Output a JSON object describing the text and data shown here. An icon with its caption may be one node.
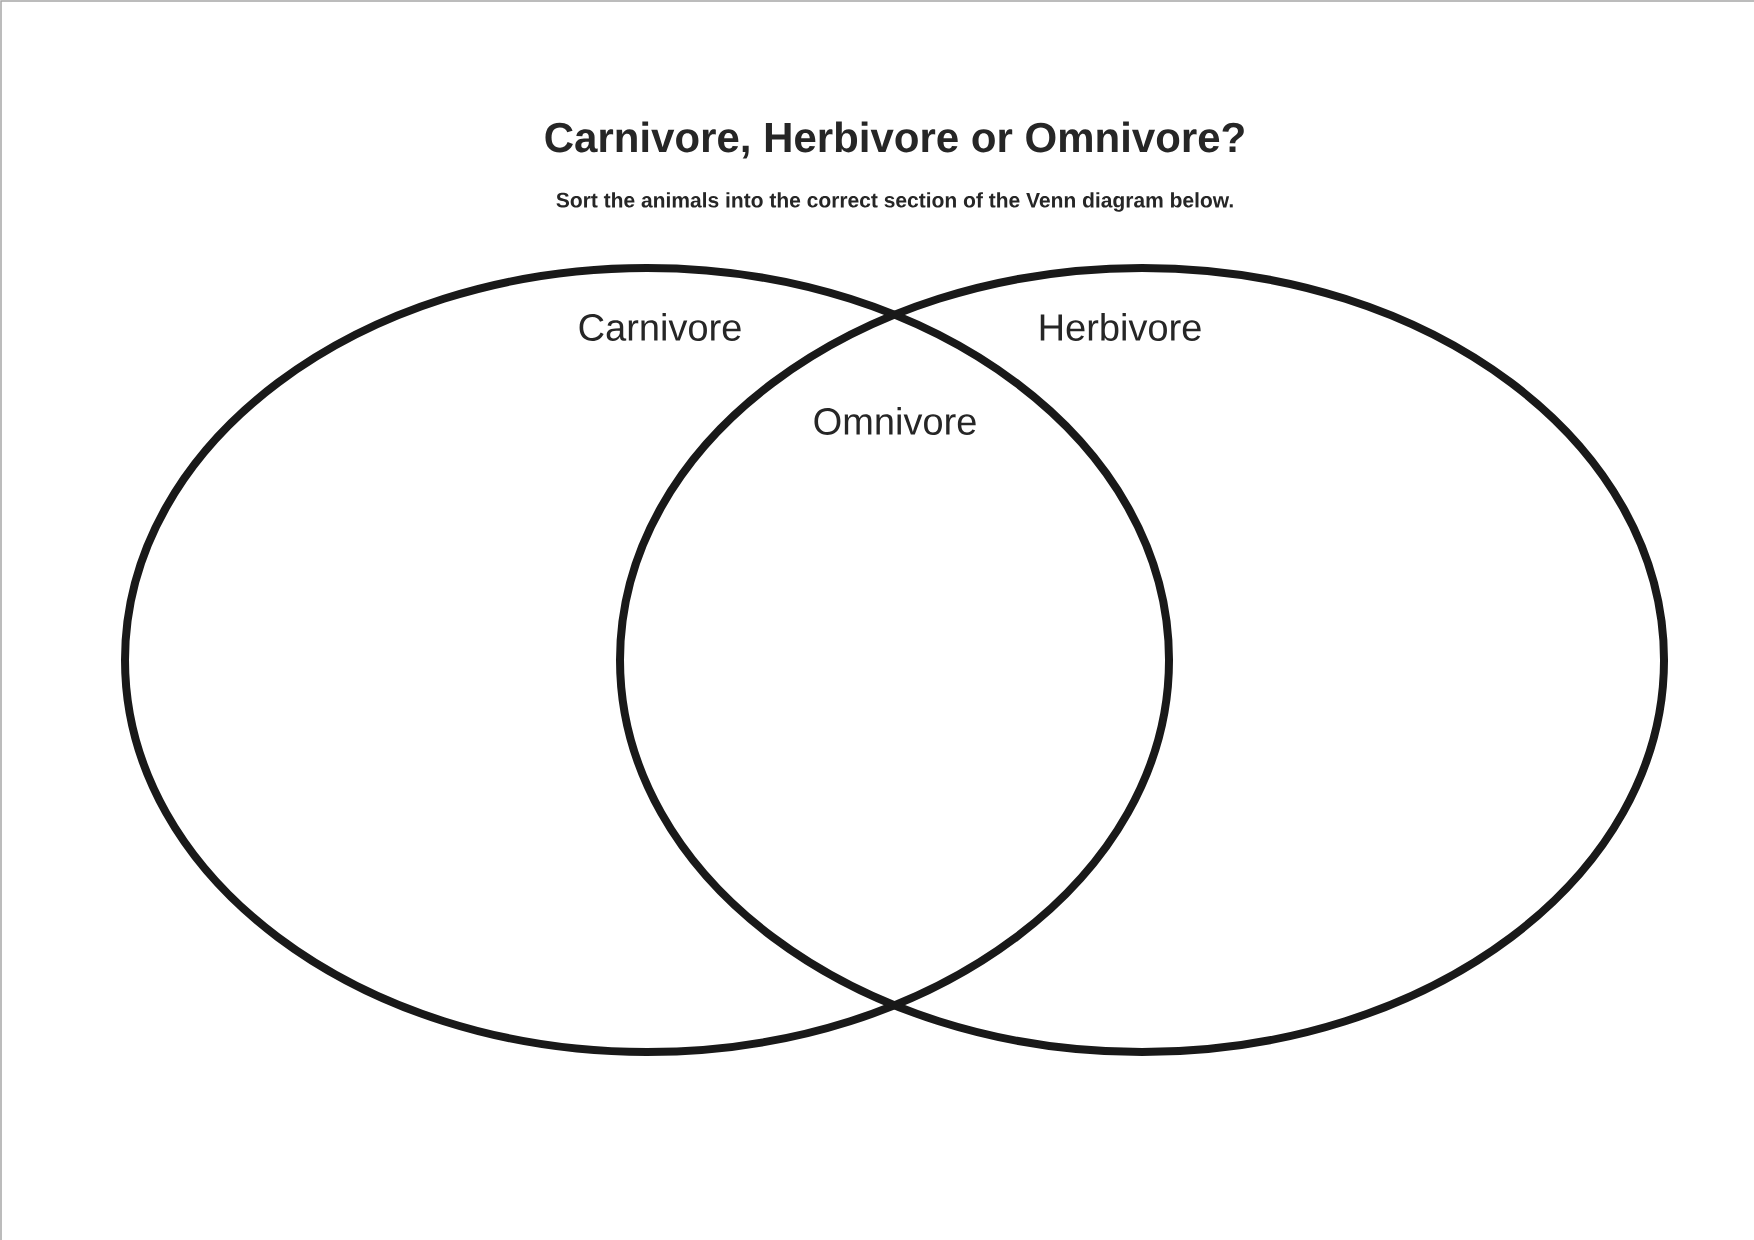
{
  "diagram": {
    "title": "Carnivore, Herbivore or Omnivore?",
    "nodes": [
      {
        "text": [
          "Carnivore"
        ]
      },
      {
        "text": [
          "Herbivore"
        ]
      }
    ],
    "edges": [],
    "labels": [
      "Sort the animals into the correct section of the Venn diagram below.",
      "Omnivore"
    ]
  }
}
